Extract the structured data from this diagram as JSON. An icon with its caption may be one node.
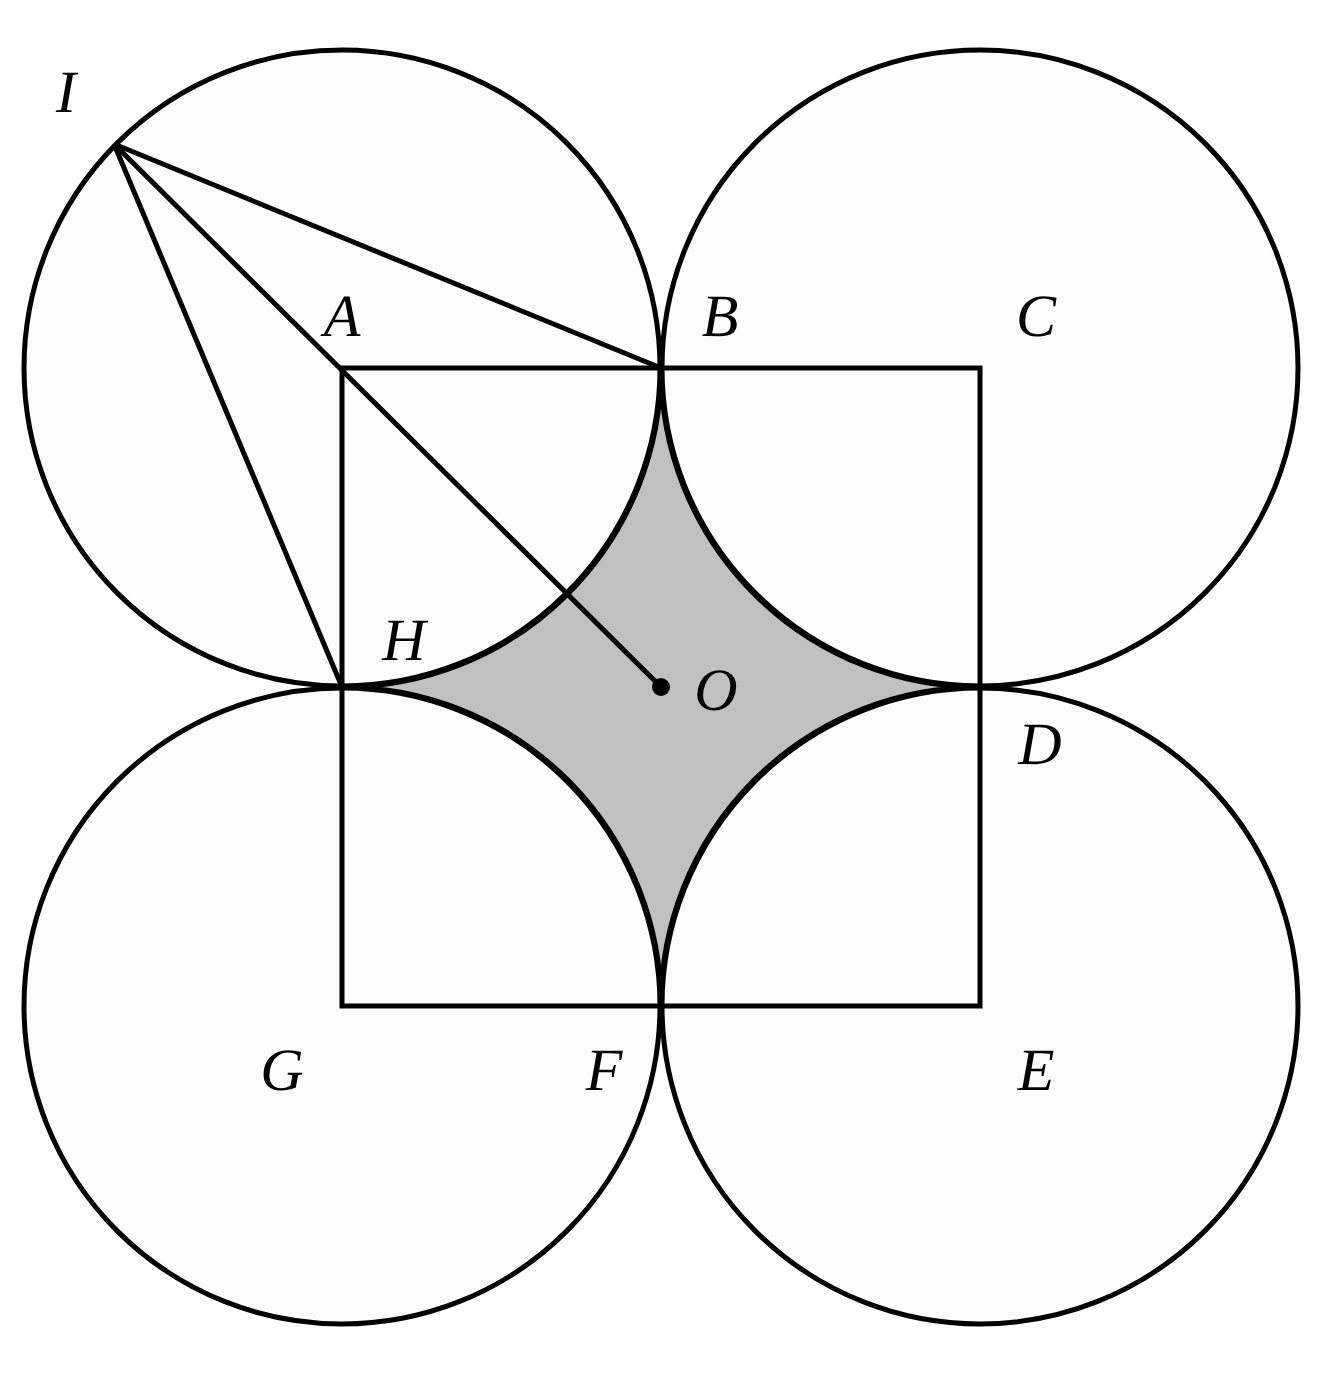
{
  "diagram": {
    "labels": [
      "I",
      "A",
      "B",
      "C",
      "H",
      "O",
      "D",
      "G",
      "F",
      "E"
    ]
  }
}
